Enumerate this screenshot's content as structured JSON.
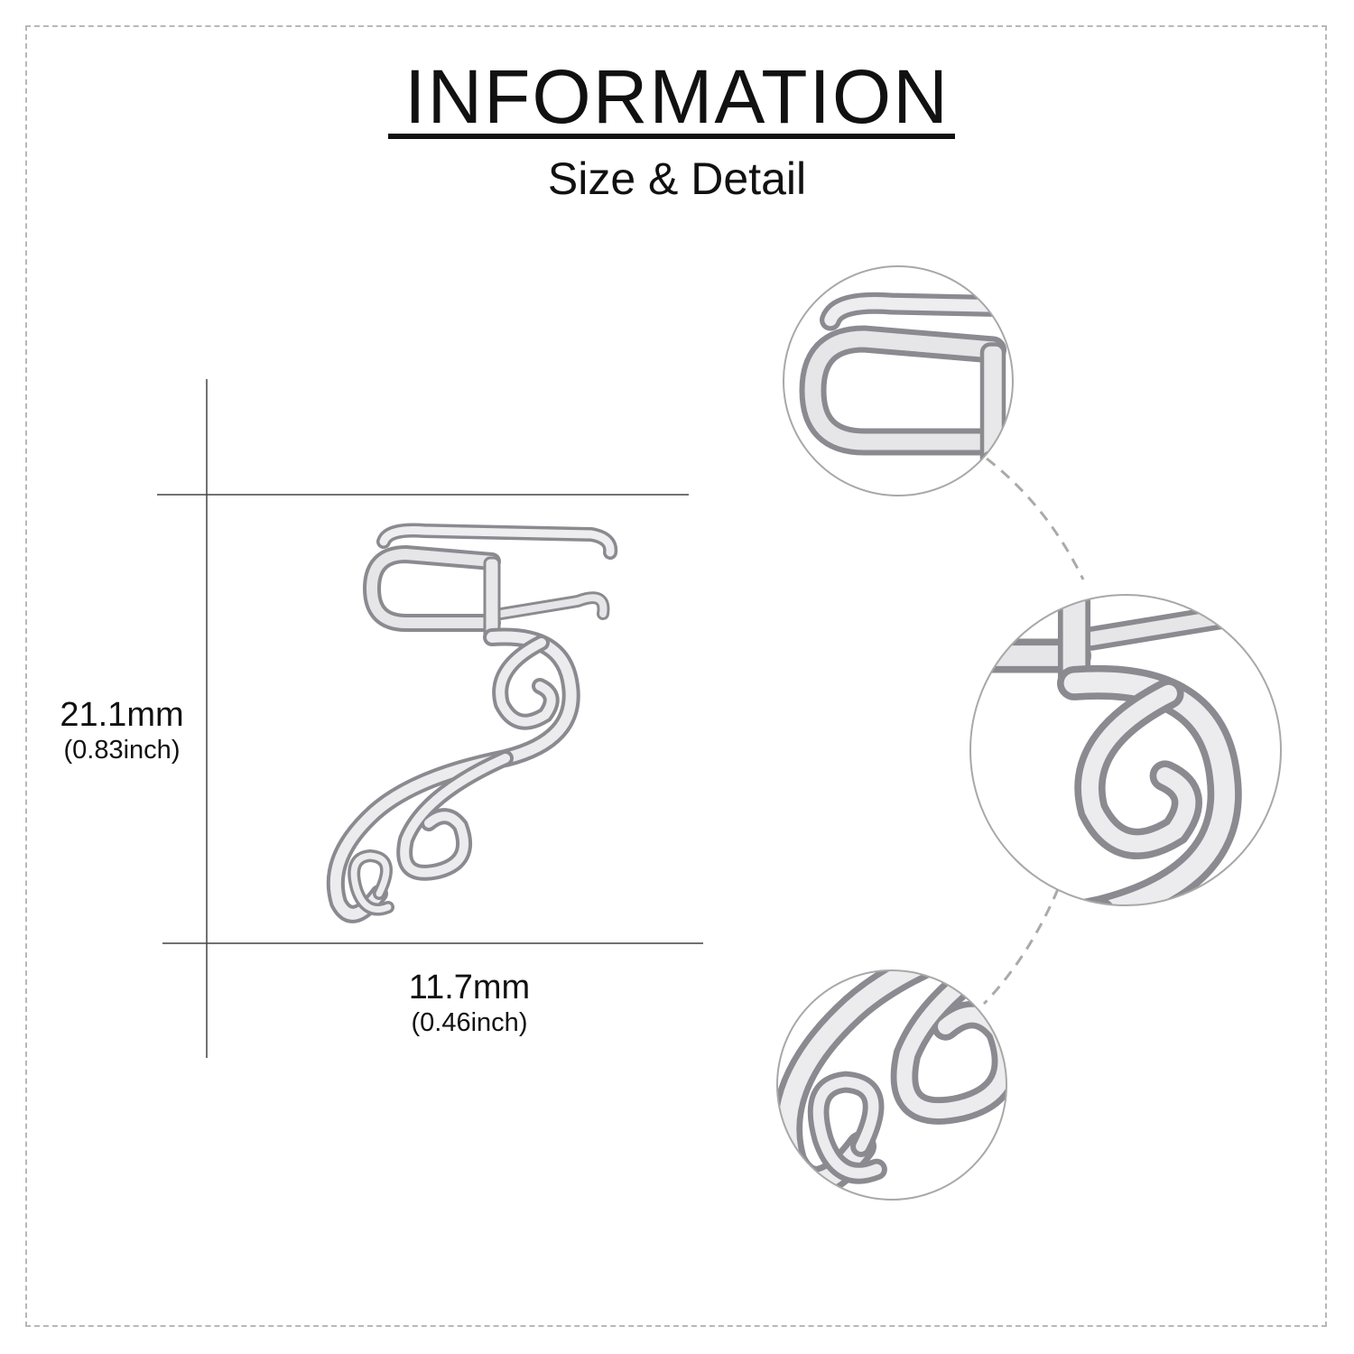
{
  "header": {
    "title": "INFORMATION",
    "subtitle": "Size & Detail"
  },
  "dimensions": {
    "height_mm": "21.1mm",
    "height_inch": "(0.83inch)",
    "width_mm": "11.7mm",
    "width_inch": "(0.46inch)"
  },
  "product": {
    "type": "ear cuff",
    "metal_color": "#d9d9dc",
    "outline_color": "#8a8a90"
  },
  "detail_views": [
    "cuff-top-detail",
    "cuff-middle-detail",
    "swirl-detail"
  ]
}
